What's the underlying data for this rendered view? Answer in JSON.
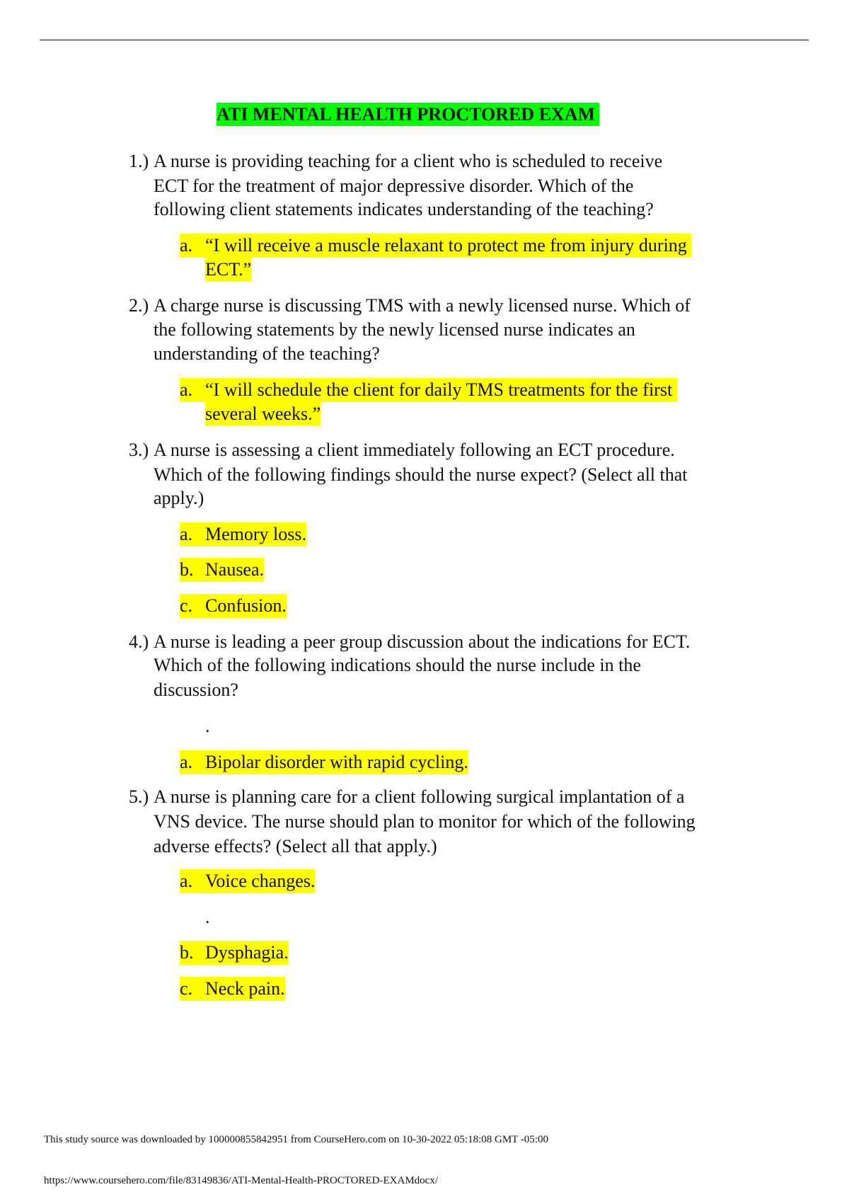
{
  "title": "ATI MENTAL HEALTH PROCTORED EXAM",
  "questions": [
    {
      "number": "1.)",
      "lines": [
        "A nurse is providing teaching for a client who is scheduled to receive",
        "ECT for the treatment of major depressive disorder. Which of the",
        "following client statements indicates understanding of the teaching?"
      ],
      "answers": [
        {
          "label": "a.",
          "lines": [
            "“I will receive a muscle relaxant to protect me from injury during",
            "ECT.”"
          ]
        }
      ]
    },
    {
      "number": "2.)",
      "lines": [
        "A charge nurse is discussing TMS with a newly licensed nurse. Which of",
        "the following statements by the newly licensed nurse indicates an",
        "understanding of the teaching?"
      ],
      "answers": [
        {
          "label": "a.",
          "lines": [
            "“I will schedule the client for daily TMS treatments for the first",
            "several weeks.”"
          ]
        }
      ]
    },
    {
      "number": "3.)",
      "lines": [
        "A nurse is assessing a client immediately following an ECT procedure.",
        "Which of the following findings should the nurse expect? (Select all that",
        "apply.)"
      ],
      "answers": [
        {
          "label": "a.",
          "lines": [
            "Memory loss."
          ]
        },
        {
          "label": "b.",
          "lines": [
            "Nausea."
          ]
        },
        {
          "label": "c.",
          "lines": [
            "Confusion."
          ]
        }
      ]
    },
    {
      "number": "4.)",
      "lines": [
        "A nurse is leading a peer group discussion about the indications for ECT.",
        "Which of the following indications should the nurse include in the",
        "discussion?"
      ],
      "dot": ".",
      "answers": [
        {
          "label": "a.",
          "lines": [
            "Bipolar disorder with rapid cycling."
          ]
        }
      ]
    },
    {
      "number": "5.)",
      "lines": [
        "A nurse is planning care for a client following surgical implantation of a",
        "VNS device. The nurse should plan to monitor for which of the following",
        "adverse effects? (Select all that apply.)"
      ],
      "dot": ".",
      "answers": [
        {
          "label": "a.",
          "lines": [
            "Voice changes."
          ]
        },
        {
          "label": "b.",
          "lines": [
            "Dysphagia."
          ]
        },
        {
          "label": "c.",
          "lines": [
            "Neck pain."
          ]
        }
      ]
    }
  ],
  "footer": {
    "download_note": "This study source was downloaded by 100000855842951 from CourseHero.com on 10-30-2022 05:18:08 GMT -05:00",
    "url": "https://www.coursehero.com/file/83149836/ATI-Mental-Health-PROCTORED-EXAMdocx/"
  }
}
